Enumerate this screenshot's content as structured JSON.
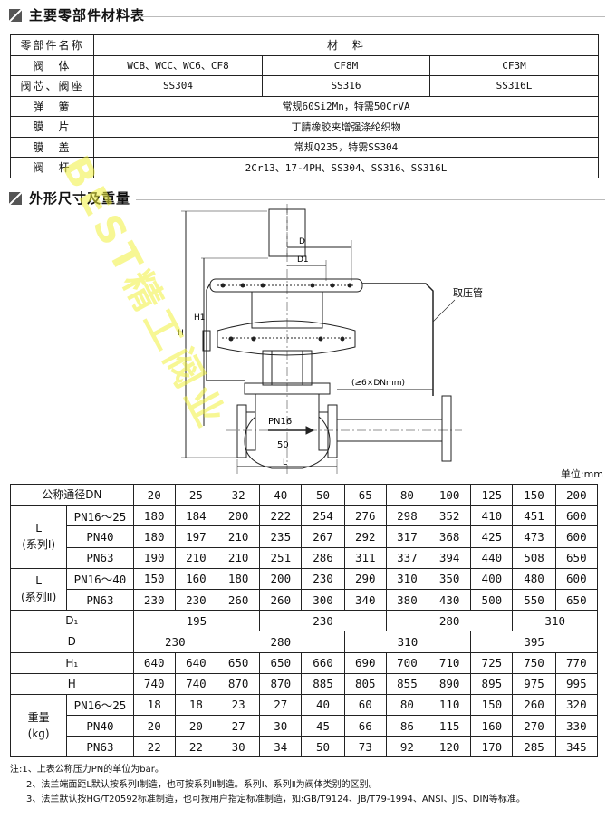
{
  "section1": {
    "title": "主要零部件材料表"
  },
  "materials": {
    "header": [
      "零部件名称",
      "材　料"
    ],
    "rows": [
      {
        "name": "阀　体",
        "values": [
          "WCB、WCC、WC6、CF8",
          "CF8M",
          "CF3M"
        ]
      },
      {
        "name": "阀芯、阀座",
        "values": [
          "SS304",
          "SS316",
          "SS316L"
        ]
      },
      {
        "name": "弹　簧",
        "value": "常规60Si2Mn，特需50CrVA"
      },
      {
        "name": "膜　片",
        "value": "丁腈橡胶夹增强涤纶织物"
      },
      {
        "name": "膜　盖",
        "value": "常规Q235，特需SS304"
      },
      {
        "name": "阀　杆",
        "value": "2Cr13、17-4PH、SS304、SS316、SS316L"
      }
    ]
  },
  "section2": {
    "title": "外形尺寸及重量"
  },
  "drawing": {
    "label_D": "D",
    "label_D1": "D1",
    "label_H": "H",
    "label_H1": "H1",
    "label_L": "L",
    "label_pipe": "取压管",
    "label_dist": "(≥6×DNmm)",
    "label_pn": "PN16",
    "label_dn": "50"
  },
  "unit": "单位:mm",
  "dims": {
    "header_label": "公称通径DN",
    "dn": [
      "20",
      "25",
      "32",
      "40",
      "50",
      "65",
      "80",
      "100",
      "125",
      "150",
      "200"
    ],
    "L1": {
      "label": "L\n(系列Ⅰ)",
      "rows": [
        {
          "sub": "PN16～25",
          "v": [
            "180",
            "184",
            "200",
            "222",
            "254",
            "276",
            "298",
            "352",
            "410",
            "451",
            "600"
          ]
        },
        {
          "sub": "PN40",
          "v": [
            "180",
            "197",
            "210",
            "235",
            "267",
            "292",
            "317",
            "368",
            "425",
            "473",
            "600"
          ]
        },
        {
          "sub": "PN63",
          "v": [
            "190",
            "210",
            "210",
            "251",
            "286",
            "311",
            "337",
            "394",
            "440",
            "508",
            "650"
          ]
        }
      ]
    },
    "L2": {
      "label": "L\n(系列Ⅱ)",
      "rows": [
        {
          "sub": "PN16～40",
          "v": [
            "150",
            "160",
            "180",
            "200",
            "230",
            "290",
            "310",
            "350",
            "400",
            "480",
            "600"
          ]
        },
        {
          "sub": "PN63",
          "v": [
            "230",
            "230",
            "260",
            "260",
            "300",
            "340",
            "380",
            "430",
            "500",
            "550",
            "650"
          ]
        }
      ]
    },
    "D1": {
      "label": "D1",
      "groups": [
        "195",
        "230",
        "280",
        "310"
      ]
    },
    "D": {
      "label": "D",
      "groups": [
        "230",
        "280",
        "310",
        "395"
      ]
    },
    "H1": {
      "label": "H1",
      "v": [
        "640",
        "640",
        "650",
        "650",
        "660",
        "690",
        "700",
        "710",
        "725",
        "750",
        "770"
      ]
    },
    "H": {
      "label": "H",
      "v": [
        "740",
        "740",
        "870",
        "870",
        "885",
        "805",
        "855",
        "890",
        "895",
        "975",
        "995"
      ]
    },
    "weight": {
      "label": "重量\n(kg)",
      "rows": [
        {
          "sub": "PN16～25",
          "v": [
            "18",
            "18",
            "23",
            "27",
            "40",
            "60",
            "80",
            "110",
            "150",
            "260",
            "320"
          ]
        },
        {
          "sub": "PN40",
          "v": [
            "20",
            "20",
            "27",
            "30",
            "45",
            "66",
            "86",
            "115",
            "160",
            "270",
            "330"
          ]
        },
        {
          "sub": "PN63",
          "v": [
            "22",
            "22",
            "30",
            "34",
            "50",
            "73",
            "92",
            "120",
            "170",
            "285",
            "345"
          ]
        }
      ]
    }
  },
  "notes": [
    "注:1、上表公称压力PN的单位为bar。",
    "2、法兰端面距L默认按系列Ⅰ制造，也可按系列Ⅱ制造。系列Ⅰ、系列Ⅱ为阀体类别的区别。",
    "3、法兰默认按HG/T20592标准制造，也可按用户指定标准制造，如:GB/T9124、JB/T79-1994、ANSI、JIS、DIN等标准。"
  ],
  "watermark": "BEST精工阀业"
}
